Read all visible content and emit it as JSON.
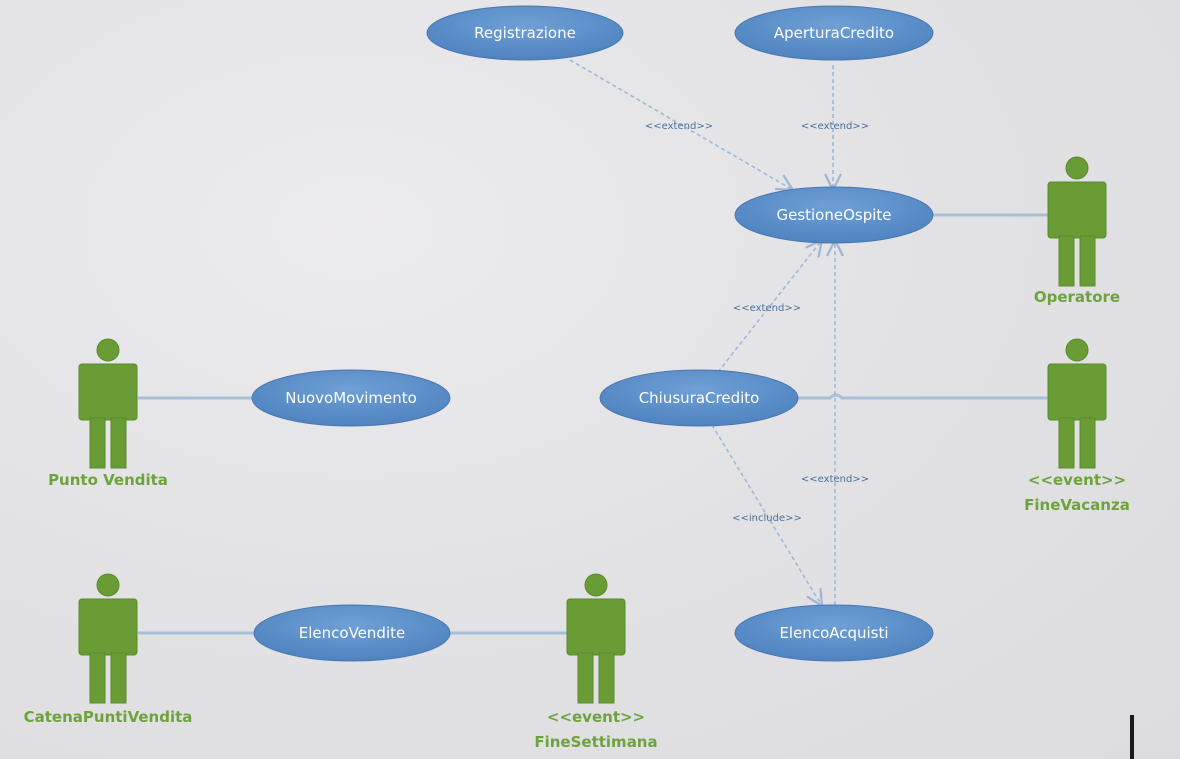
{
  "use_cases": {
    "registrazione": "Registrazione",
    "apertura_credito": "AperturaCredito",
    "gestione_ospite": "GestioneOspite",
    "nuovo_movimento": "NuovoMovimento",
    "chiusura_credito": "ChiusuraCredito",
    "elenco_vendite": "ElencoVendite",
    "elenco_acquisti": "ElencoAcquisti"
  },
  "actors": {
    "operatore": {
      "line1": "",
      "line2": "Operatore"
    },
    "fine_vacanza": {
      "line1": "<<event>>",
      "line2": "FineVacanza"
    },
    "punto_vendita": {
      "line1": "",
      "line2": "Punto Vendita"
    },
    "catena_punti_vendita": {
      "line1": "",
      "line2": "CatenaPuntiVendita"
    },
    "fine_settimana": {
      "line1": "<<event>>",
      "line2": "FineSettimana"
    }
  },
  "relations": {
    "extend_registrazione": "<<extend>>",
    "extend_apertura": "<<extend>>",
    "extend_chiusura": "<<extend>>",
    "extend_acquisti": "<<extend>>",
    "include_acquisti": "<<include>>"
  },
  "colors": {
    "use_case_fill": "#5b8ec9",
    "use_case_stroke": "#4a78b0",
    "actor_fill": "#6a9c36",
    "association": "#a9bfd9",
    "dependency": "#a0b8d6"
  }
}
